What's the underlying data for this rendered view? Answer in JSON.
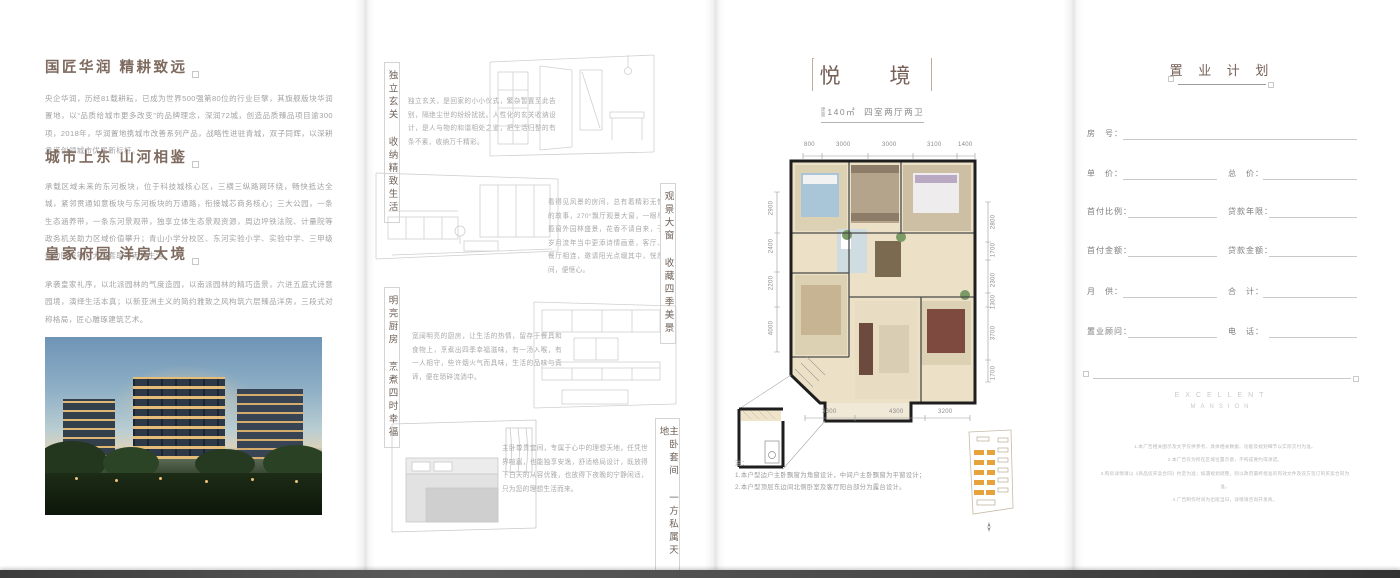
{
  "theme": {
    "accent_brown": "#7e6a5e",
    "body_gray": "#a2a2a2",
    "wall_black": "#1e1e1e",
    "site_block_orange": "#e8a23c"
  },
  "panel1": {
    "sections": [
      {
        "heading": "国匠华润 精耕致远",
        "body": "央企华润，历经81载耕耘，已成为世界500强第80位的行业巨擘，其旗舰版块华润置地，以“品质给城市更多改变”的品牌理念，深润72城，创造品质臻品项目逾300项，2018年，华润置地携城市改善系列产品，战略性进驻青城，双子同辉，以深耕承诺创领城市优居新标杆。"
      },
      {
        "heading": "城市上东 山河相鉴",
        "body": "承载区域未来的东河板块，位于科技城核心区，三横三纵路网环绕，畅快抵达全城，紧邻贯通如意板块与东河板块的万通路，衔接城芯商务核心；三大公园，一条生态涵养带，一条东河景观带，独享立体生态景观资源，周边坪铁法院、计量院等政务机关助力区域价值攀升；青山小学分校区、东河实验小学、实验中学、三甲级妇幼医院等，大配套助力无忧生活。"
      },
      {
        "heading": "皇家府园 洋房大境",
        "body": "承袭皇家礼序，以北派园林的气度造园，以南派园林的精巧造景，六进五庭式诗意园境，演绎生活本真；以新亚洲主义的简约雅致之风构筑六层臻品洋房，三段式对称格局，匠心雕琢建筑艺术。"
      }
    ]
  },
  "panel2": {
    "features": [
      {
        "label": "独立玄关 收纳精致生活",
        "body": "独立玄关，是回家的小小仪式，繁杂暂置至此告别，隔绝尘世的纷纷扰扰。人性化的玄关收纳设计，是人与物的和谐相处之道，把生活归整的有条不紊，收纳万千精彩。"
      },
      {
        "label": "观景大窗 收藏四季美景",
        "body": "看得见风景的房间，总有着精彩无憾的故事，270°飘厅观景大窗，一眼尽揽窗外园林盛景，花香不请自来，于岁月流年当中更添诗情画意，客厅、餐厅相连，邀请阳光点缀其中，恍然间，便惬心。"
      },
      {
        "label": "明亮厨房 烹煮四时幸福",
        "body": "宽阔明亮的厨房，让生活的热情，留存于餐具和食物上，烹煮出四季幸福滋味，有一汤入喉，有一人相守，些许烟火气而具味，生活的品味与真谛，便在琐碎流淌中。"
      },
      {
        "label": "主卧套间 一方私属天地",
        "body": "主卧尊贵套间，专属于心中的理想天地，任凭世界喧嚣，也能独享安逸，舒适格局设计，既放得下白天的从容优雅，也放得下夜晚的宁静闲适，只为您的理想生活而来。"
      }
    ]
  },
  "panel3": {
    "title": "悦　境",
    "area_prefix_top": "建",
    "area_prefix_bottom": "面",
    "area": "140㎡",
    "layout": "四室两厅两卫",
    "dims": {
      "top": [
        "800",
        "3000",
        "3000",
        "3100",
        "1400"
      ],
      "left": [
        "2900",
        "2400",
        "2200",
        "4000"
      ],
      "right": [
        "2800",
        "1700",
        "2300",
        "1300",
        "3700",
        "1700"
      ],
      "bottom": [
        "3600",
        "4300",
        "3200"
      ]
    },
    "note_title": "注：",
    "notes": [
      "1.本户型边户主卧飘窗为角窗设计，中间户主卧飘窗为平窗设计；",
      "2.本户型顶层东边间北侧卧室及客厅阳台部分为露台设计。"
    ]
  },
  "panel4": {
    "title": "置 业 计 划",
    "rows": [
      {
        "left": "房　号："
      },
      {
        "left": "单　价：",
        "right": "总　价："
      },
      {
        "left": "首付比例：",
        "right": "贷款年限："
      },
      {
        "left": "首付金额：",
        "right": "贷款金额："
      },
      {
        "left": "月　供：",
        "right": "合　计："
      },
      {
        "left": "置业顾问：",
        "right": "电　话："
      }
    ],
    "brand_line1": "EXCELLENT",
    "brand_line2": "MANSION",
    "disclaimer": [
      "1.本广告相关图示及文字仅供参考，具体相关数据、功能及规划细节以实际交付为准。",
      "2.本广告仅为所在区域位置示意，不构成要约或承诺。",
      "3.购房详情请以《商品房买卖合同》约定为准；如遇规划调整，则以政府最终批准的有效文件及双方签订的买卖合同为准。",
      "4.广告制作时间为出街当日，详情请咨询开发商。"
    ]
  }
}
